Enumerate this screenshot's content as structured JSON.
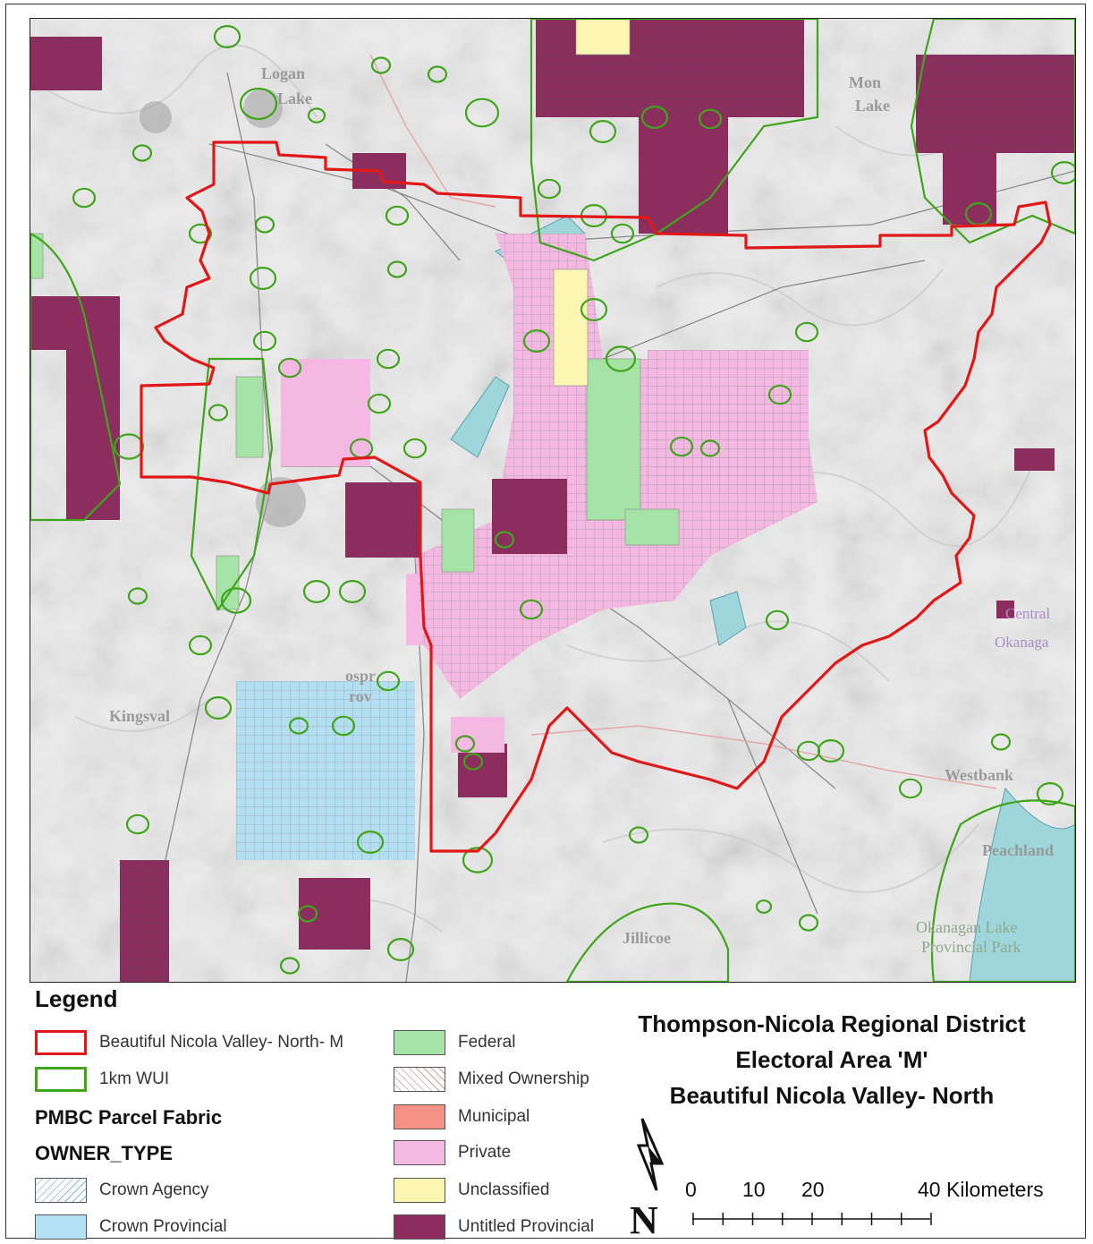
{
  "map": {
    "places": [
      {
        "name": "Logan",
        "cls": ""
      },
      {
        "name": "Lake",
        "cls": ""
      },
      {
        "name": "Mon",
        "cls": ""
      },
      {
        "name": "Lake",
        "cls": ""
      },
      {
        "name": "Kingsval",
        "cls": ""
      },
      {
        "name": "ospr",
        "cls": ""
      },
      {
        "name": "rov",
        "cls": ""
      },
      {
        "name": "Central",
        "cls": "purple"
      },
      {
        "name": "Okanaga",
        "cls": "purple"
      },
      {
        "name": "Westbank",
        "cls": ""
      },
      {
        "name": "Peachland",
        "cls": ""
      },
      {
        "name": "Okanagan Lake",
        "cls": "green"
      },
      {
        "name": "Provincial Park",
        "cls": "green"
      },
      {
        "name": "Jillicoe",
        "cls": ""
      }
    ],
    "colors": {
      "boundary": "#e01818",
      "wui": "#3fa51a",
      "federal": "#a6e3a6",
      "private": "#f4b8e2",
      "unclassified": "#fbf7b3",
      "untitled": "#8b2e5e",
      "crown_provincial": "#b3dff3",
      "municipal": "#f49086",
      "water": "#9fd6dc",
      "roads": "#8a8a8a"
    }
  },
  "legend": {
    "title": "Legend",
    "items_left": [
      {
        "label": "Beautiful Nicola Valley- North- M",
        "swatch": "boundary"
      },
      {
        "label": "1km WUI",
        "swatch": "wui"
      }
    ],
    "group_heading": "PMBC Parcel Fabric",
    "field_heading": "OWNER_TYPE",
    "items_left_owner": [
      {
        "label": "Crown Agency",
        "swatch": "crown_agency"
      },
      {
        "label": "Crown Provincial",
        "swatch": "crown_provincial"
      }
    ],
    "items_right": [
      {
        "label": "Federal",
        "swatch": "federal"
      },
      {
        "label": "Mixed Ownership",
        "swatch": "mixed"
      },
      {
        "label": "Municipal",
        "swatch": "municipal"
      },
      {
        "label": "Private",
        "swatch": "private"
      },
      {
        "label": "Unclassified",
        "swatch": "unclassified"
      },
      {
        "label": "Untitled Provincial",
        "swatch": "untitled"
      }
    ]
  },
  "title": {
    "line1": "Thompson-Nicola Regional District",
    "line2": "Electoral Area 'M'",
    "line3": "Beautiful Nicola Valley- North"
  },
  "scale": {
    "labels": [
      "0",
      "10",
      "20",
      "40 Kilometers"
    ],
    "ticks_km": [
      0,
      5,
      10,
      15,
      20,
      25,
      30,
      35,
      40
    ]
  },
  "north": {
    "label": "N"
  }
}
